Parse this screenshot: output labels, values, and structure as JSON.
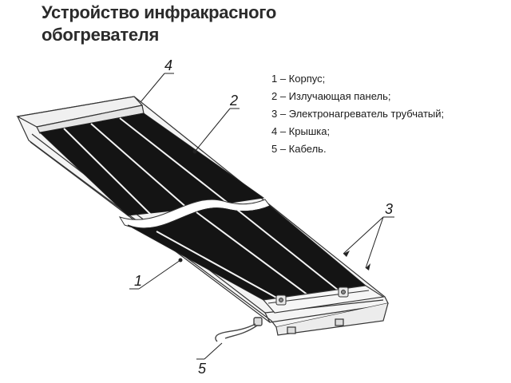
{
  "title": {
    "line1": "Устройство инфракрасного",
    "line2": "обогревателя"
  },
  "legend": [
    "1 – Корпус;",
    "2 – Излучающая панель;",
    "3 – Электронагреватель трубчатый;",
    "4 – Крышка;",
    "5 – Кабель."
  ],
  "callouts": {
    "c1": "1",
    "c2": "2",
    "c3": "3",
    "c4": "4",
    "c5": "5"
  }
}
